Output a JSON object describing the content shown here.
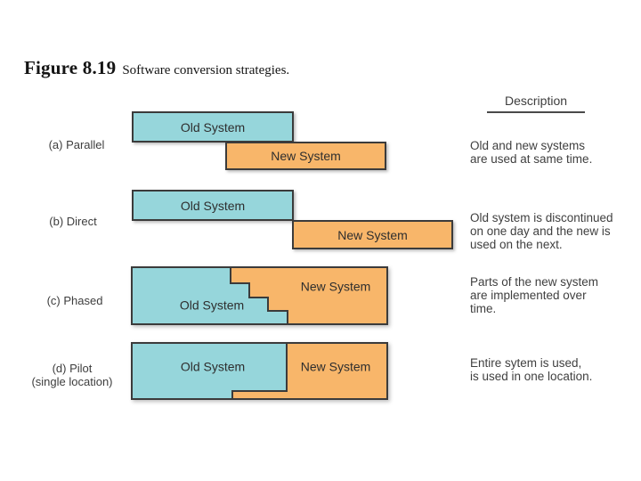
{
  "title": {
    "figure_label": "Figure 8.19",
    "caption": "Software conversion strategies."
  },
  "description_header": "Description",
  "colors": {
    "old_system_fill": "#96d6db",
    "new_system_fill": "#f8b66a",
    "outline": "#3b3b3b"
  },
  "rows": [
    {
      "label": "(a) Parallel",
      "old_label": "Old System",
      "new_label": "New System",
      "description": [
        "Old and new systems",
        "are used at same time."
      ]
    },
    {
      "label": "(b) Direct",
      "old_label": "Old System",
      "new_label": "New System",
      "description": [
        "Old system is discontinued",
        "on one day and the new is",
        "used on the next."
      ]
    },
    {
      "label": "(c) Phased",
      "old_label": "Old System",
      "new_label": "New System",
      "description": [
        "Parts of the new system",
        "are implemented over",
        "time."
      ]
    },
    {
      "label": "(d) Pilot",
      "label_line2": "(single location)",
      "old_label": "Old System",
      "new_label": "New System",
      "description": [
        "Entire sytem is used,",
        "is used in one location."
      ]
    }
  ]
}
